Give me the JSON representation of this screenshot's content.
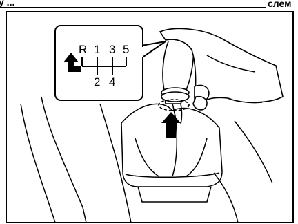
{
  "header": {
    "left_fragment": "у ...",
    "right_fragment": "слем"
  },
  "shift_pattern": {
    "top_row": [
      "R",
      "1",
      "3",
      "5"
    ],
    "bottom_row": [
      "2",
      "4"
    ]
  },
  "icons": {
    "reverse_lift_arrow": "bold-up-arrow-icon",
    "collar_lift_arrow": "bold-up-arrow-icon"
  },
  "colors": {
    "line": "#000000",
    "background": "#ffffff"
  }
}
